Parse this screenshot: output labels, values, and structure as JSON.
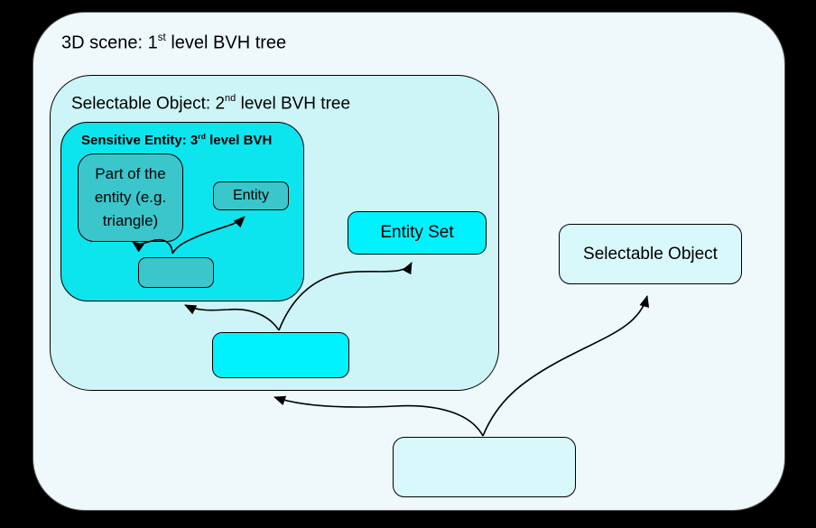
{
  "colors": {
    "canvas_bg": "#000000",
    "scene_fill": "#eff8fb",
    "scene_border": "#5a5a5a",
    "object_container_fill": "#cdf4f6",
    "sensitive_container_fill": "#0ce4ee",
    "teal_node_fill": "#3ac6cb",
    "bright_cyan_node_fill": "#00f2ff",
    "pale_cyan_node_fill": "#d9f8fb",
    "node_border": "#000000",
    "arrow_color": "#000000"
  },
  "scene": {
    "title": {
      "pre": "3D scene: 1",
      "sup": "st",
      "post": " level BVH tree"
    }
  },
  "object_container": {
    "title": {
      "pre": "Selectable Object: 2",
      "sup": "nd",
      "post": " level BVH tree"
    }
  },
  "sensitive_container": {
    "title": {
      "pre": "Sensitive Entity: 3",
      "sup": "rd",
      "post": " level BVH"
    }
  },
  "nodes": {
    "part_of_entity": {
      "label": "Part of the entity (e.g. triangle)"
    },
    "entity": {
      "label": "Entity"
    },
    "entity_set": {
      "label": "Entity Set"
    },
    "selectable_object": {
      "label": "Selectable Object"
    }
  }
}
